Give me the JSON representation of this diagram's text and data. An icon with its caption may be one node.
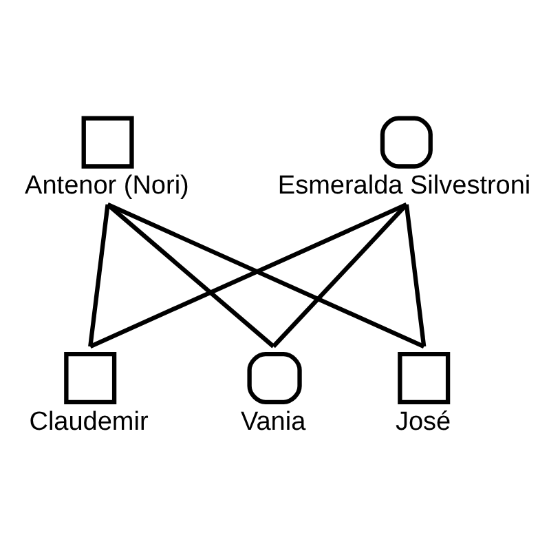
{
  "diagram": {
    "nodes": [
      {
        "text": [
          "Antenor (Nori)"
        ]
      },
      {
        "text": [
          "Esmeralda Silvestroni"
        ]
      },
      {
        "text": [
          "Claudemir"
        ]
      },
      {
        "text": [
          "Vania"
        ]
      },
      {
        "text": [
          "José"
        ]
      }
    ],
    "edges": [
      {
        "from": 0,
        "to": 2,
        "arrow": "none"
      },
      {
        "from": 0,
        "to": 3,
        "arrow": "none"
      },
      {
        "from": 0,
        "to": 4,
        "arrow": "none"
      },
      {
        "from": 1,
        "to": 2,
        "arrow": "none"
      },
      {
        "from": 1,
        "to": 3,
        "arrow": "none"
      },
      {
        "from": 1,
        "to": 4,
        "arrow": "none"
      }
    ]
  }
}
